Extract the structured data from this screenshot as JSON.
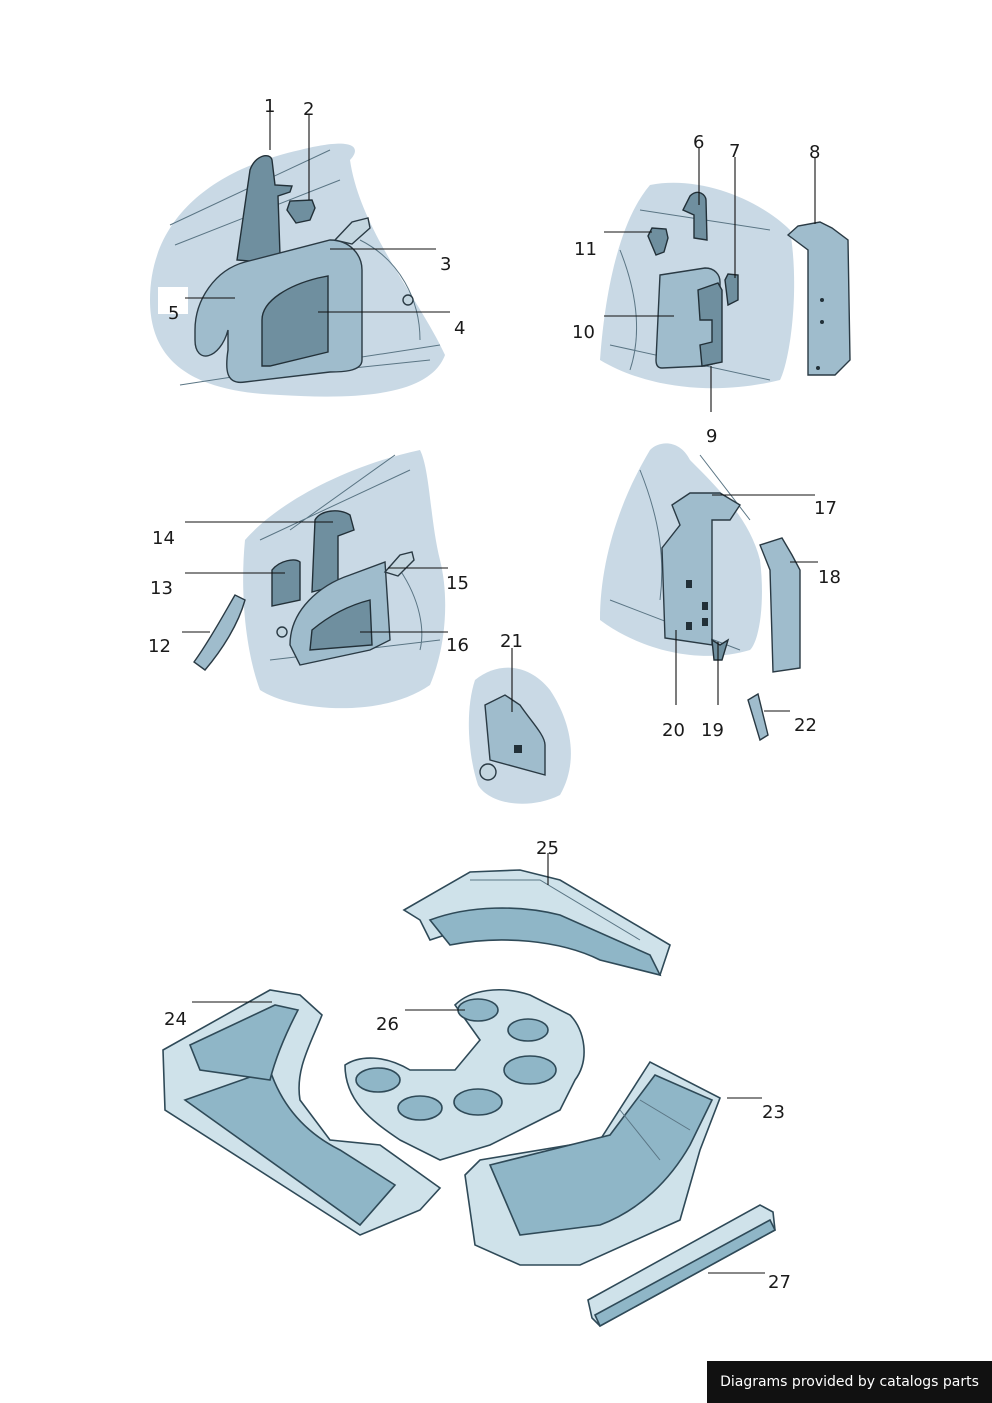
{
  "credit": "Diagrams provided by catalogs parts",
  "callouts": [
    "1",
    "2",
    "3",
    "4",
    "5",
    "6",
    "7",
    "8",
    "9",
    "10",
    "11",
    "12",
    "13",
    "14",
    "15",
    "16",
    "17",
    "18",
    "19",
    "20",
    "21",
    "22",
    "23",
    "24",
    "25",
    "26",
    "27"
  ]
}
